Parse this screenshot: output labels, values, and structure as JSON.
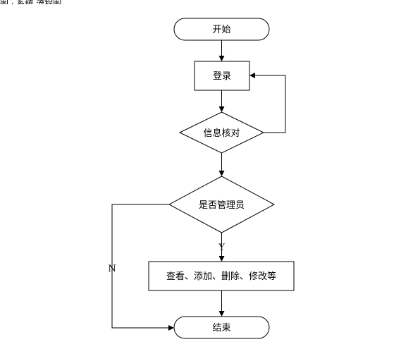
{
  "caption_fragment": "图 · 系统 流程图",
  "nodes": {
    "start": "开始",
    "login": "登录",
    "verify": "信息核对",
    "is_admin": "是否管理员",
    "operations": "查看、添加、删除、修改等",
    "end": "结束"
  },
  "edge_labels": {
    "yes": "Y",
    "no": "N"
  },
  "colors": {
    "stroke": "#000000",
    "fill": "#ffffff"
  }
}
